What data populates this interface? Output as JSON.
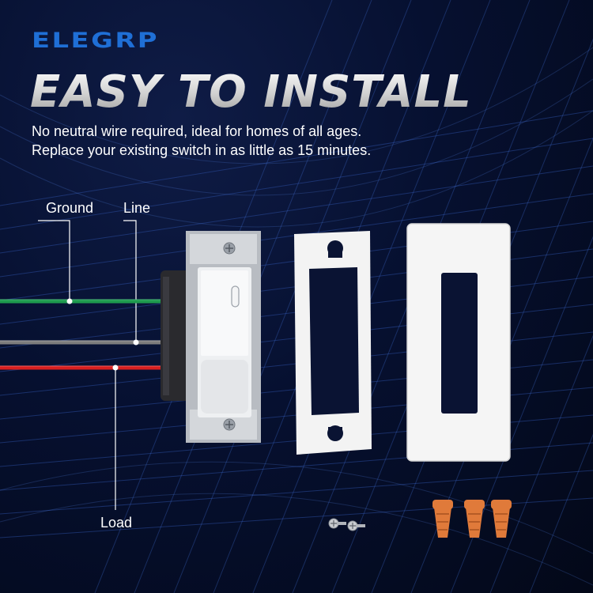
{
  "brand": {
    "name": "ELEGRP"
  },
  "headline": "EASY TO INSTALL",
  "description": {
    "line1": "No neutral wire required, ideal for homes of all ages.",
    "line2": "Replace your existing switch in as little as 15 minutes."
  },
  "wire_labels": {
    "ground": "Ground",
    "line": "Line",
    "load": "Load"
  },
  "colors": {
    "brand": "#1f6fd6",
    "ground_wire": "#1e9a4e",
    "line_wire": "#8c8c8c",
    "load_wire": "#d81f1f",
    "wire_nut": "#e07a3a",
    "background": "#061030"
  }
}
